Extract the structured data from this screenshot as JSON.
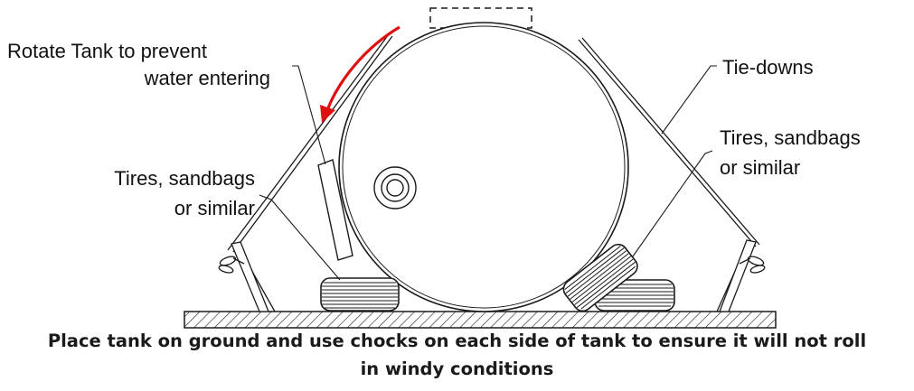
{
  "labels": {
    "rotate_line1": "Rotate Tank to prevent",
    "rotate_line2": "water entering",
    "tiedowns": "Tie-downs",
    "tires_right_line1": "Tires, sandbags",
    "tires_right_line2": "or similar",
    "tires_left_line1": "Tires, sandbags",
    "tires_left_line2": "or similar"
  },
  "caption": {
    "line1": "Place tank on ground and use chocks on each side of tank to ensure it will not roll",
    "line2": "in windy conditions"
  },
  "colors": {
    "line": "#1a1a1a",
    "arrow": "#e01010",
    "background": "#ffffff"
  }
}
